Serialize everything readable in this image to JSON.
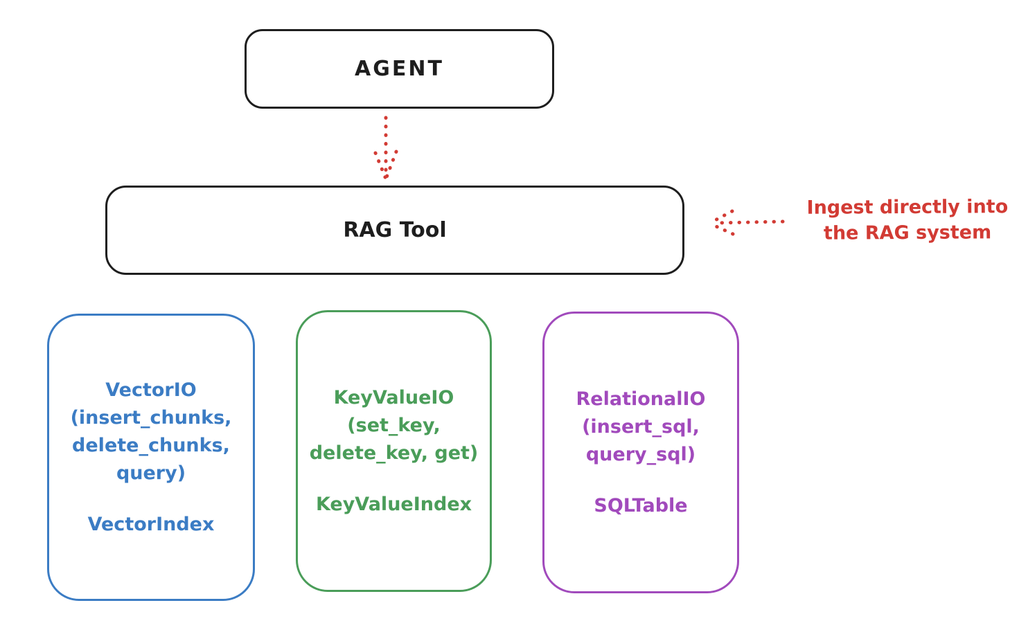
{
  "diagram": {
    "nodes": {
      "agent": {
        "label": "AGENT"
      },
      "rag_tool": {
        "label": "RAG Tool"
      }
    },
    "annotation": {
      "line1": "Ingest directly into",
      "line2": "the RAG system"
    },
    "storage_boxes": [
      {
        "id": "vector-io",
        "color": "#3b7cc4",
        "lines": [
          "VectorIO",
          "(insert_chunks,",
          "delete_chunks,",
          "query)"
        ],
        "index_label": "VectorIndex"
      },
      {
        "id": "keyvalue-io",
        "color": "#4a9d59",
        "lines": [
          "KeyValueIO",
          "(set_key,",
          "delete_key, get)"
        ],
        "index_label": "KeyValueIndex"
      },
      {
        "id": "relational-io",
        "color": "#a14abc",
        "lines": [
          "RelationalIO",
          "(insert_sql,",
          "query_sql)"
        ],
        "index_label": "SQLTable"
      }
    ],
    "colors": {
      "ink": "#1e1e1e",
      "red": "#d23b34",
      "blue": "#3b7cc4",
      "green": "#4a9d59",
      "purple": "#a14abc",
      "background": "#ffffff"
    }
  }
}
